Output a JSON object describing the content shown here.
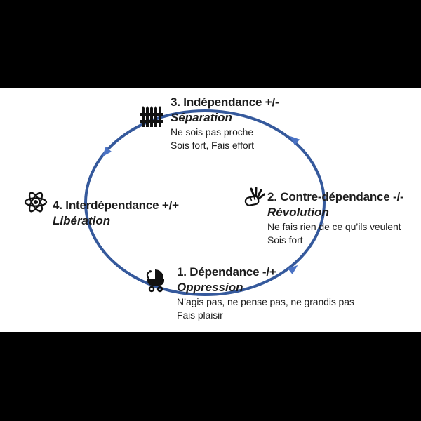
{
  "colors": {
    "background_bars": "#000000",
    "canvas": "#ffffff",
    "cycle_line": "#35599c",
    "arrowhead": "#4a72c4",
    "text": "#1c1c1c"
  },
  "cycle": {
    "shape": "ellipse",
    "direction": "counterclockwise",
    "arrowheads": 3
  },
  "stages": [
    {
      "icon": "baby-pram-icon",
      "title": "1. Dépendance -/+",
      "subtitle": "Oppression",
      "lines": [
        "N’agis pas, ne pense pas, ne grandis pas",
        "Fais plaisir"
      ]
    },
    {
      "icon": "hand-gesture-icon",
      "title": "2. Contre-dépendance -/-",
      "subtitle": "Révolution",
      "lines": [
        "Ne fais rien de ce qu’ils veulent",
        "Sois fort"
      ]
    },
    {
      "icon": "fence-icon",
      "title": "3. Indépendance +/-",
      "subtitle": "Séparation",
      "lines": [
        "Ne sois pas proche",
        "Sois fort, Fais effort"
      ]
    },
    {
      "icon": "atom-icon",
      "title": "4. Interdépendance +/+",
      "subtitle": "Libération",
      "lines": []
    }
  ]
}
